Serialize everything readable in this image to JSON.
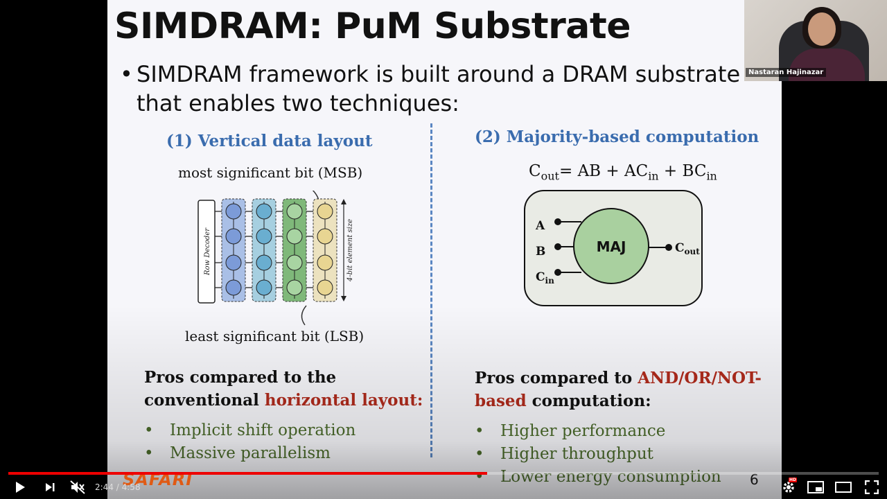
{
  "slide": {
    "title": "SIMDRAM: PuM Substrate",
    "bullet_line1": "SIMDRAM framework is built around a DRAM substrate",
    "bullet_line2": "that enables two techniques:",
    "left": {
      "heading": "(1) Vertical data layout",
      "msb_label": "most significant bit (MSB)",
      "lsb_label": "least significant bit (LSB)",
      "row_decoder": "Row Decoder",
      "element_size": "4-bit element size",
      "pros_line1": "Pros compared to the",
      "pros_line2a": "conventional ",
      "pros_line2b": "horizontal layout:",
      "items": [
        "Implicit shift operation",
        "Massive parallelism"
      ]
    },
    "right": {
      "heading": "(2) Majority-based computation",
      "formula": {
        "c": "C",
        "out": "out",
        "eq": "= AB + AC",
        "in1": "in",
        "plus": " + BC",
        "in2": "in"
      },
      "maj_label": "MAJ",
      "input_a": "A",
      "input_b": "B",
      "input_c": "C",
      "input_c_sub": "in",
      "output_c": "C",
      "output_c_sub": "out",
      "pros_line1a": "Pros compared to ",
      "pros_line1b": "AND/OR/NOT-",
      "pros_line2a": "based",
      "pros_line2b": " computation:",
      "items": [
        "Higher performance",
        "Higher throughput",
        "Lower energy consumption"
      ]
    },
    "footer_logo": "SAFARI",
    "page_number": "6"
  },
  "webcam": {
    "presenter_name": "Nastaran Hajinazar"
  },
  "player": {
    "current_time": "2:44",
    "duration": "4:58",
    "time_separator": " / ",
    "progress_fraction": 0.55,
    "hd_badge": "HD"
  },
  "colors": {
    "accent_blue": "#3a6cae",
    "accent_red": "#b02b1c",
    "pros_green": "#4a6a2a",
    "progress_red": "#ee0000",
    "safari_orange": "#e05a14"
  }
}
